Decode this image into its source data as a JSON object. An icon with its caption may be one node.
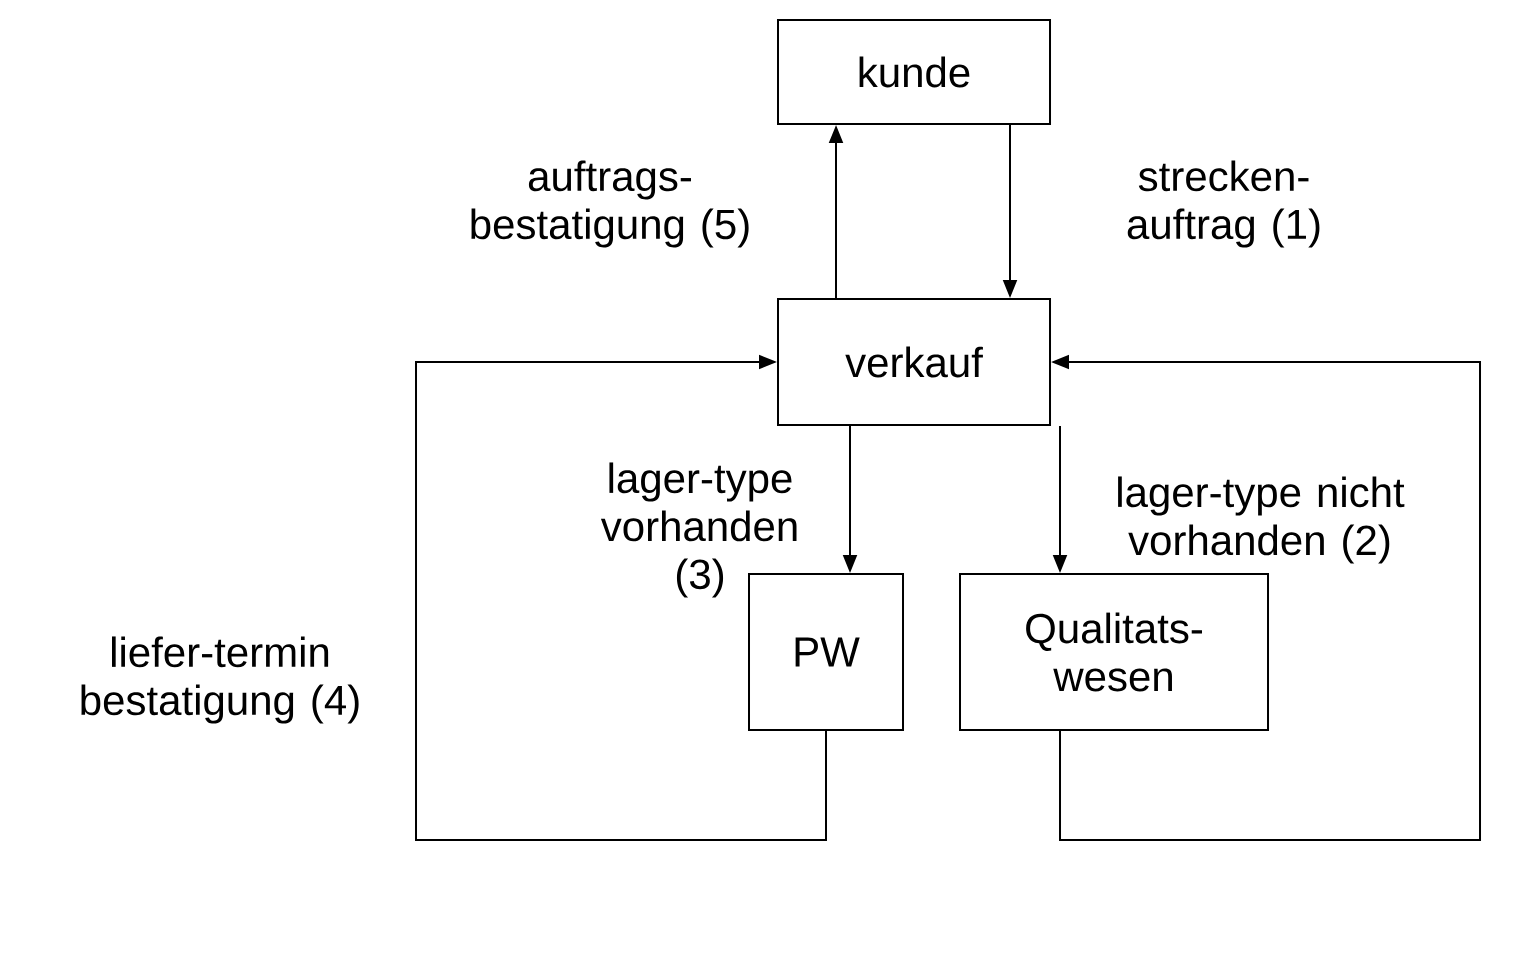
{
  "diagram": {
    "nodes": [
      {
        "text": [
          "kunde"
        ]
      },
      {
        "text": [
          "verkauf"
        ]
      },
      {
        "text": [
          "PW"
        ]
      },
      {
        "text": [
          "Qualitats- wesen"
        ]
      }
    ],
    "edges": [
      {
        "from": 1,
        "to": 0,
        "arrow": "to",
        "label": "auftrags- bestatigung (5)"
      },
      {
        "from": 0,
        "to": 1,
        "arrow": "to",
        "label": "strecken-auftrag (1)"
      },
      {
        "from": 1,
        "to": 2,
        "arrow": "to",
        "label": "lager-type vorhanden (3)"
      },
      {
        "from": 1,
        "to": 3,
        "arrow": "to",
        "label": "lager-type nicht vorhanden (2)"
      },
      {
        "from": 2,
        "to": 1,
        "arrow": "to",
        "label": "liefer-termin bestatigung (4)"
      },
      {
        "from": 3,
        "to": 1,
        "arrow": "to"
      }
    ]
  }
}
